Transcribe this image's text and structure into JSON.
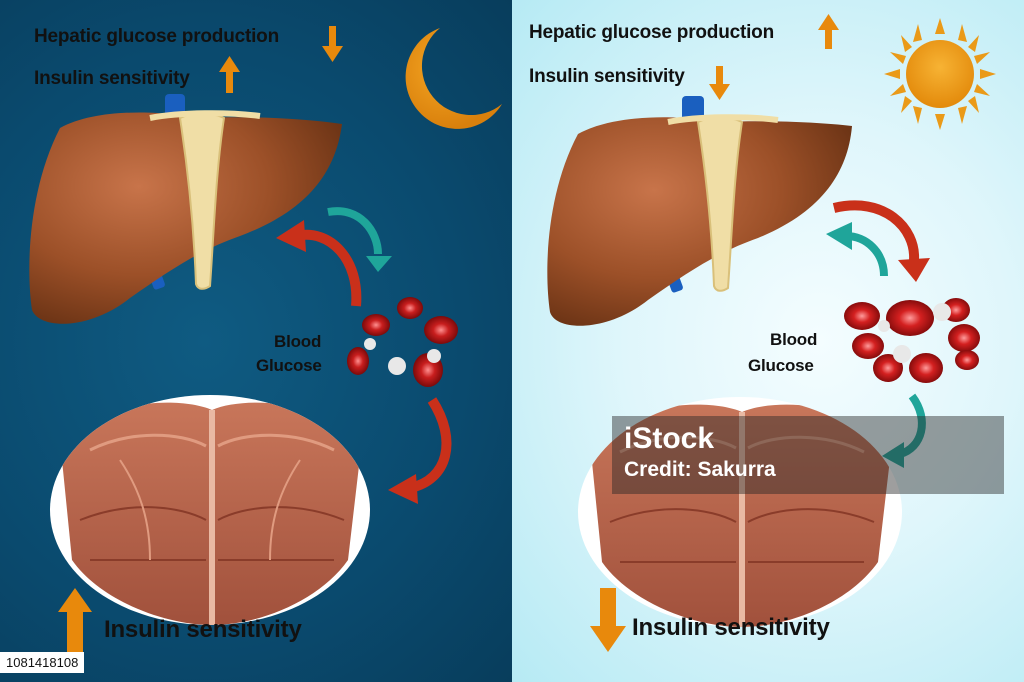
{
  "night_panel": {
    "hepatic_label": "Hepatic glucose production",
    "liver_insulin_label": "Insulin sensitivity",
    "blood_label_line1": "Blood",
    "blood_label_line2": "Glucose",
    "muscle_insulin_label": "Insulin sensitivity",
    "moon_icon": "crescent-moon-icon"
  },
  "day_panel": {
    "hepatic_label": "Hepatic glucose production",
    "liver_insulin_label": "Insulin sensitivity",
    "blood_label_line1": "Blood",
    "blood_label_line2": "Glucose",
    "muscle_insulin_label": "Insulin sensitivity",
    "sun_icon": "sun-icon"
  },
  "watermark": {
    "logo": "iStock",
    "credit": "Credit: Sakurra"
  },
  "stock_id": "1081418108",
  "colors": {
    "arrow_orange": "#e8890c",
    "arrow_red": "#c9301a",
    "arrow_teal": "#1fa59a",
    "liver": "#a0552c",
    "night_bg": "#0a4a6e",
    "day_bg": "#dff6fb"
  }
}
